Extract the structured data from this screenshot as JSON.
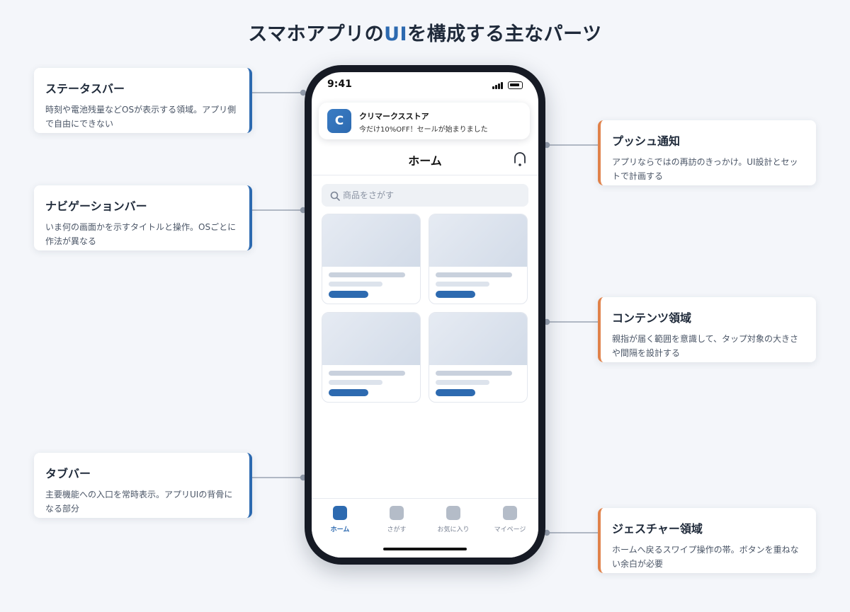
{
  "title": {
    "prefix": "スマホアプリの",
    "accent": "UI",
    "suffix": "を構成する主なパーツ"
  },
  "colors": {
    "left_accent": "#2d6ab0",
    "right_accent": "#e0824a",
    "background": "#f4f6fa"
  },
  "callouts": {
    "status_bar": {
      "title": "ステータスバー",
      "desc": "時刻や電池残量などOSが表示する領域。アプリ側で自由にできない"
    },
    "navigation_bar": {
      "title": "ナビゲーションバー",
      "desc": "いま何の画面かを示すタイトルと操作。OSごとに作法が異なる"
    },
    "tab_bar": {
      "title": "タブバー",
      "desc": "主要機能への入口を常時表示。アプリUIの背骨になる部分"
    },
    "push_notification": {
      "title": "プッシュ通知",
      "desc": "アプリならではの再訪のきっかけ。UI設計とセットで計画する"
    },
    "content_area": {
      "title": "コンテンツ領域",
      "desc": "親指が届く範囲を意識して、タップ対象の大きさや間隔を設計する"
    },
    "gesture_area": {
      "title": "ジェスチャー領域",
      "desc": "ホームへ戻るスワイプ操作の帯。ボタンを重ねない余白が必要"
    }
  },
  "phone": {
    "status_time": "9:41",
    "notification": {
      "icon_letter": "C",
      "app_name": "クリマークスストア",
      "message": "今だけ10%OFF！セールが始まりました"
    },
    "nav_title": "ホーム",
    "search_placeholder": "商品をさがす",
    "tabs": [
      {
        "label": "ホーム",
        "active": true
      },
      {
        "label": "さがす",
        "active": false
      },
      {
        "label": "お気に入り",
        "active": false
      },
      {
        "label": "マイページ",
        "active": false
      }
    ]
  }
}
